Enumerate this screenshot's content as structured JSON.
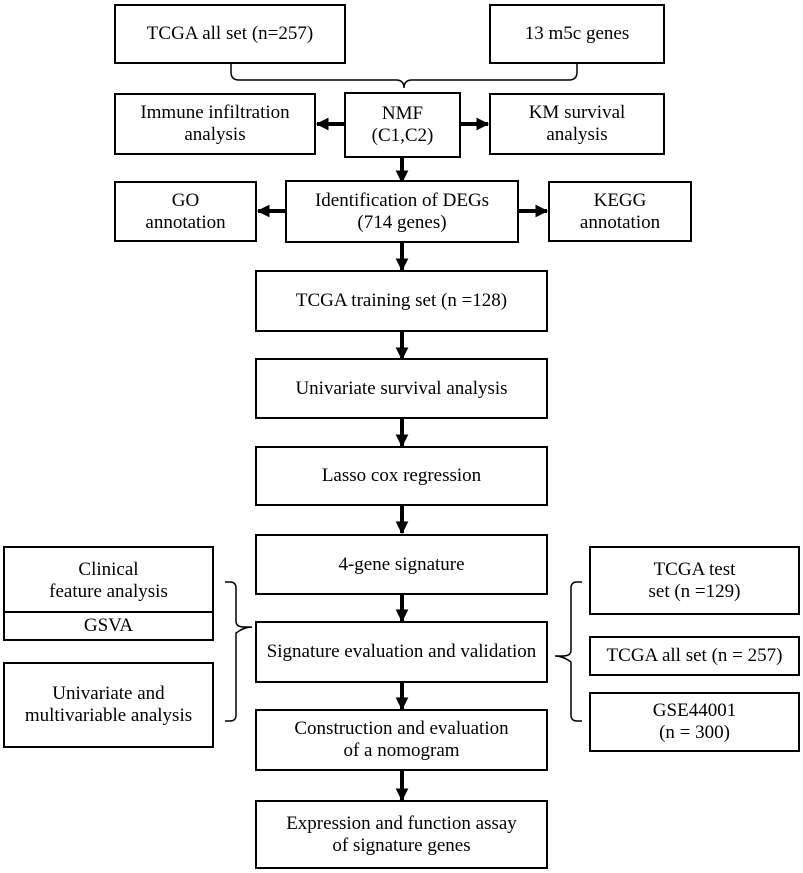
{
  "nodes": {
    "tcga_all_top": "TCGA all set (n=257)",
    "m5c_genes": "13 m5c genes",
    "immune_infiltration": "Immune infiltration\nanalysis",
    "nmf": "NMF\n(C1,C2)",
    "km_survival": "KM survival\nanalysis",
    "go_annotation": "GO\nannotation",
    "degs": "Identification of DEGs\n(714 genes)",
    "kegg_annotation": "KEGG\nannotation",
    "tcga_training": "TCGA training set (n =128)",
    "univariate_survival": "Univariate survival analysis",
    "lasso_cox": "Lasso cox regression",
    "signature_4gene": "4-gene signature",
    "signature_evaluation": "Signature evaluation and validation",
    "nomogram": "Construction and evaluation\nof a nomogram",
    "expression_assay": "Expression and function assay\nof signature genes",
    "clinical_feature": "Clinical\nfeature analysis",
    "gsva": "GSVA",
    "univariate_multivariable": "Univariate and\nmultivariable analysis",
    "tcga_test": "TCGA test\nset (n =129)",
    "tcga_all_bottom": "TCGA all set (n = 257)",
    "gse44001": "GSE44001\n(n = 300)"
  }
}
